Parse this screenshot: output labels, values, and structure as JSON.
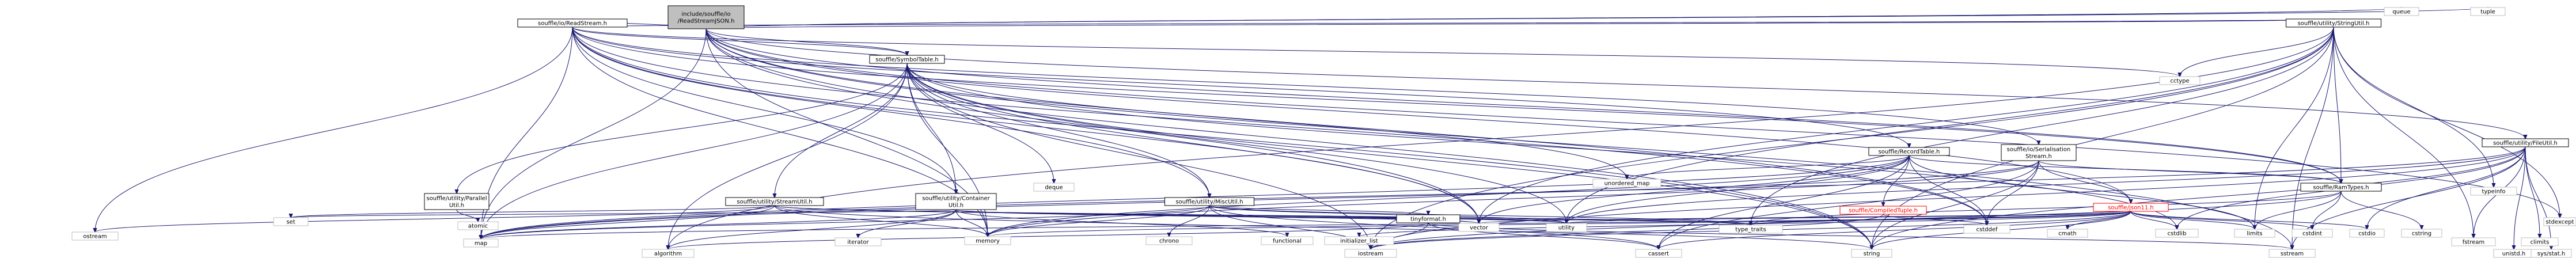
{
  "colors": {
    "edge": "#191970",
    "root_fill": "#bfbfbf",
    "node_fill": "#ffffff",
    "node_border": "#000000",
    "system_border": "#bfbfbf",
    "red_border": "#ff0000"
  },
  "nodes": {
    "root": [
      "include/souffle/io",
      "/ReadStreamJSON.h"
    ],
    "readstream": "souffle/io/ReadStream.h",
    "symboltable": "souffle/SymbolTable.h",
    "recordtable": "souffle/RecordTable.h",
    "serialisation": [
      "souffle/io/Serialisation",
      "Stream.h"
    ],
    "stringutil": "souffle/utility/StringUtil.h",
    "fileutil": "souffle/utility/FileUtil.h",
    "parallelutil": [
      "souffle/utility/Parallel",
      "Util.h"
    ],
    "streamutil": "souffle/utility/StreamUtil.h",
    "containerutil": [
      "souffle/utility/Container",
      "Util.h"
    ],
    "miscutil": "souffle/utility/MiscUtil.h",
    "compiledtuple": "souffle/CompiledTuple.h",
    "json11": "souffle/json11.h",
    "ramtypes": "souffle/RamTypes.h",
    "tinyformat": "tinyformat.h",
    "queue": "queue",
    "tuple": "tuple",
    "deque": "deque",
    "unordered_map": "unordered_map",
    "cctype": "cctype",
    "typeinfo": "typeinfo",
    "stdexcept": "stdexcept",
    "atomic": "atomic",
    "ostream": "ostream",
    "set": "set",
    "map": "map",
    "iterator": "iterator",
    "memory": "memory",
    "chrono": "chrono",
    "functional": "functional",
    "initializer_list": "initializer_list",
    "vector": "vector",
    "utility": "utility",
    "type_traits": "type_traits",
    "cstddef": "cstddef",
    "cmath": "cmath",
    "cstdlib": "cstdlib",
    "limits": "limits",
    "cstdint": "cstdint",
    "cstdio": "cstdio",
    "cstring": "cstring",
    "fstream": "fstream",
    "unistd": "unistd.h",
    "climits": "climits",
    "sysstat": "sys/stat.h",
    "algorithm": "algorithm",
    "iostream": "iostream",
    "cassert": "cassert",
    "string": "string",
    "sstream": "sstream"
  }
}
